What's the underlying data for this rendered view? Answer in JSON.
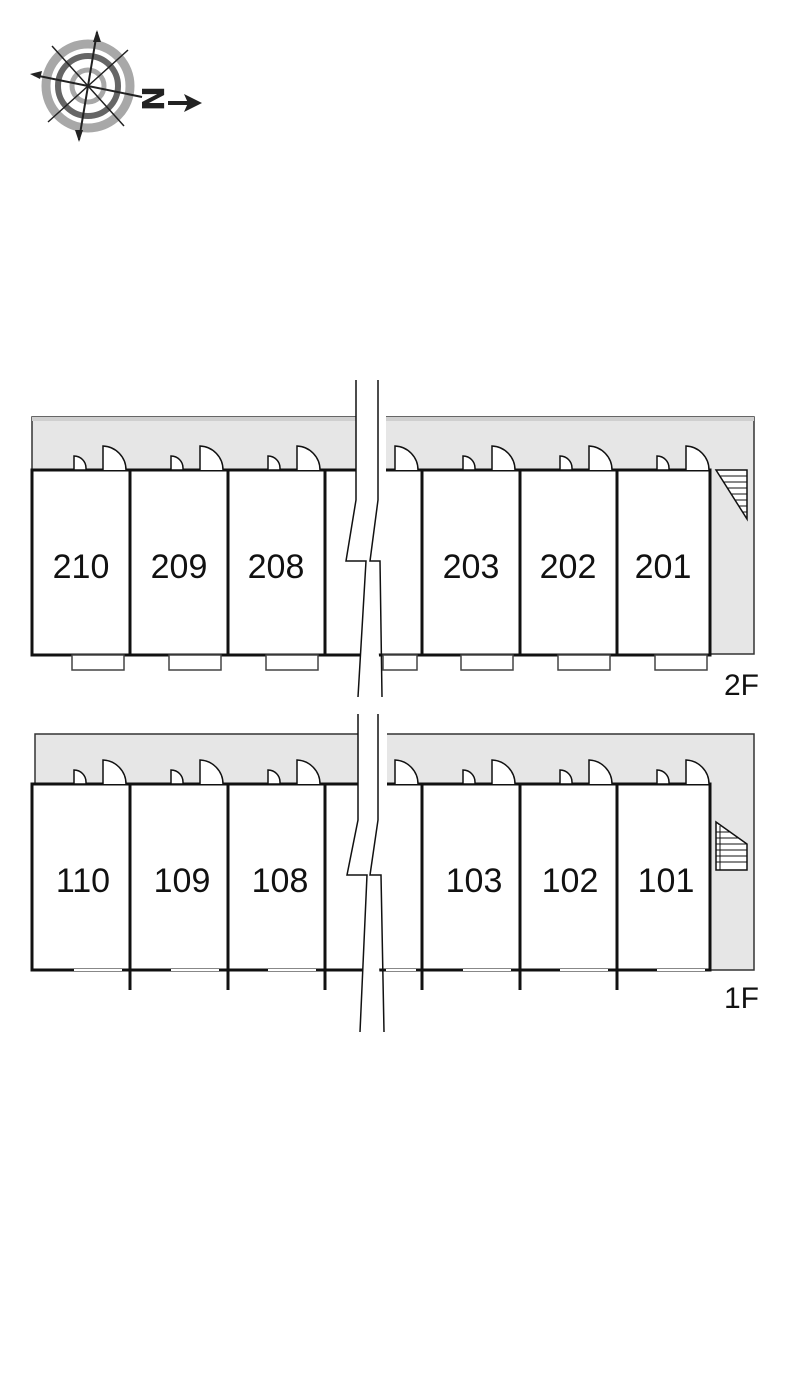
{
  "compass": {
    "north_label": "N",
    "icon": "compass-rose-icon"
  },
  "floors": [
    {
      "label": "2F",
      "units": [
        "210",
        "209",
        "208",
        "203",
        "202",
        "201"
      ]
    },
    {
      "label": "1F",
      "units": [
        "110",
        "109",
        "108",
        "103",
        "102",
        "101"
      ]
    }
  ],
  "colors": {
    "walkway": "#e6e6e6",
    "wall": "#111111",
    "background": "#ffffff"
  }
}
